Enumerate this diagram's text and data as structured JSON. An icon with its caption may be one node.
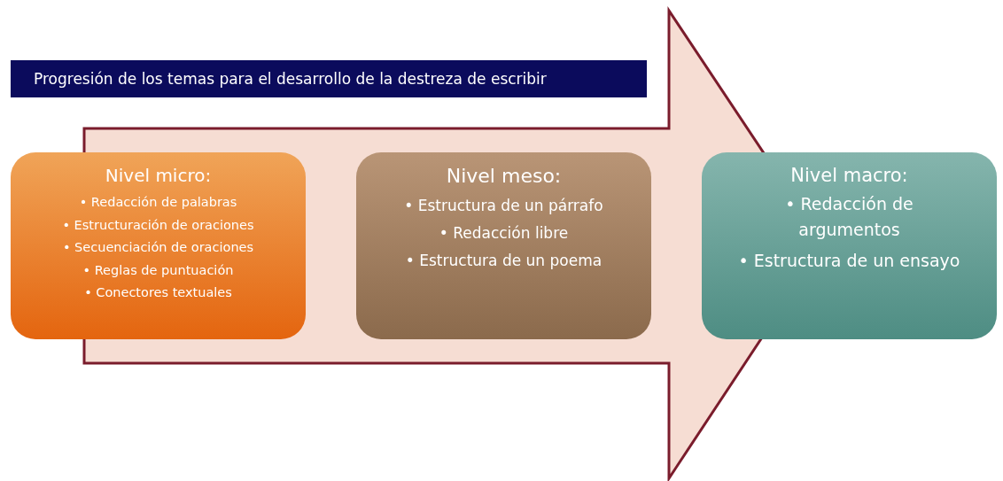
{
  "diagram": {
    "title": "Progresión de los temas para el desarrollo de la destreza de escribir",
    "nodes": [
      {
        "text": [
          "Nivel micro:",
          "• Redacción de palabras",
          "• Estructuración de oraciones",
          "• Secuenciación de oraciones",
          "• Reglas de puntuación",
          "• Conectores textuales"
        ]
      },
      {
        "text": [
          "Nivel meso:",
          "• Estructura de un párrafo",
          "• Redacción libre",
          "• Estructura de un poema"
        ]
      },
      {
        "text": [
          "Nivel macro:",
          "• Redacción de argumentos",
          "• Estructura de un ensayo"
        ]
      }
    ],
    "edges": [
      {
        "from": 0,
        "to": 2,
        "arrow": "to"
      }
    ]
  }
}
